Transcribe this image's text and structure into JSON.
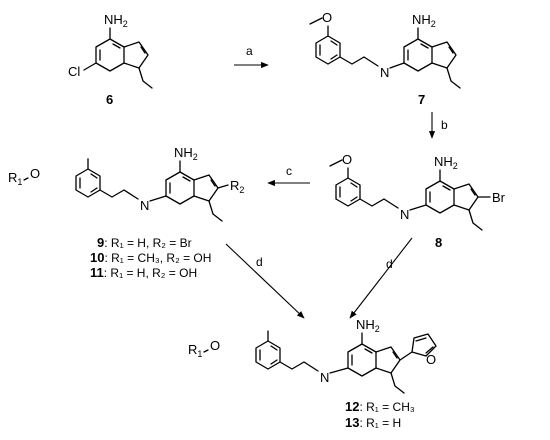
{
  "scheme": {
    "atoms": {
      "nh2": "NH",
      "nh2_sub": "2",
      "cl": "Cl",
      "n": "N",
      "o": "O",
      "br": "Br",
      "r": "R",
      "r1_sub": "1",
      "r2_sub": "2"
    },
    "compounds": {
      "c6": "6",
      "c7": "7",
      "c8": "8",
      "c9": {
        "num": "9",
        "desc": ": R₁ = H,     R₂ = Br"
      },
      "c10": {
        "num": "10",
        "desc": ": R₁ = CH₃, R₂ = OH"
      },
      "c11": {
        "num": "11",
        "desc": ": R₁ = H,     R₂ = OH"
      },
      "c12": {
        "num": "12",
        "desc": ":  R₁ = CH₃"
      },
      "c13": {
        "num": "13",
        "desc": ":  R₁ = H"
      }
    },
    "steps": {
      "a": "a",
      "b": "b",
      "c": "c",
      "d1": "d",
      "d2": "d"
    }
  }
}
